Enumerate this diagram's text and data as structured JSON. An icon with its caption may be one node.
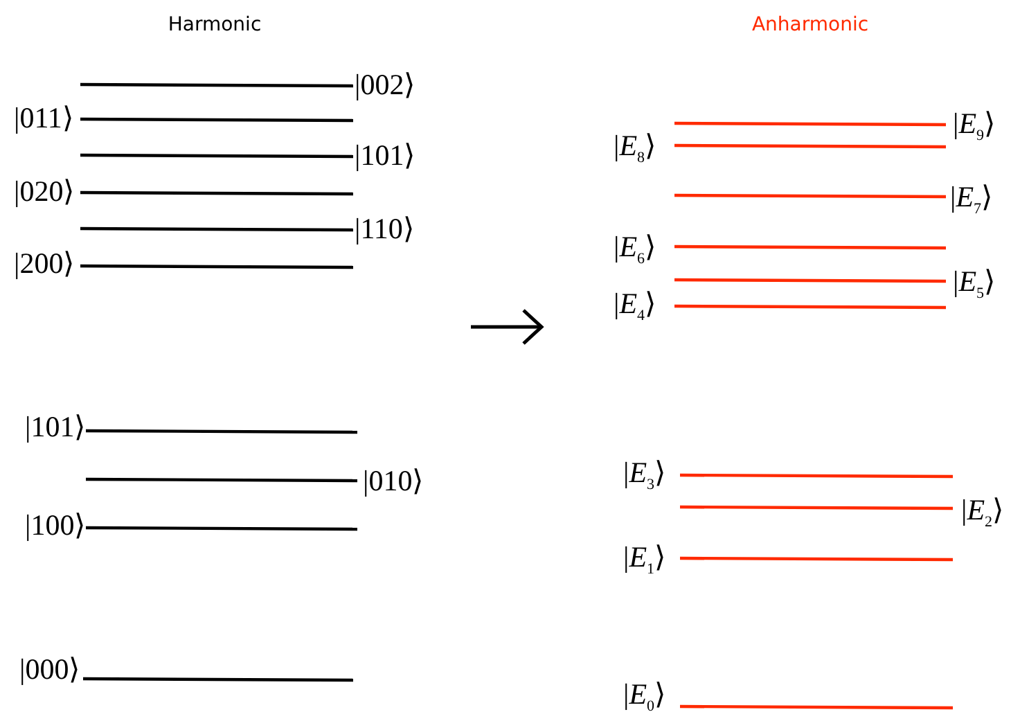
{
  "diagram": {
    "labels": [
      "Harmonic",
      "Anharmonic",
      "|002⟩",
      "|011⟩",
      "|101⟩",
      "|020⟩",
      "|110⟩",
      "|200⟩",
      "|101⟩",
      "|010⟩",
      "|100⟩",
      "|000⟩",
      "|*E*$_{9}$⟩",
      "|*E*$_{8}$⟩",
      "|*E*$_{7}$⟩",
      "|*E*$_{6}$⟩",
      "|*E*$_{5}$⟩",
      "|*E*$_{4}$⟩",
      "|*E*$_{3}$⟩",
      "|*E*$_{2}$⟩",
      "|*E*$_{1}$⟩",
      "|*E*$_{0}$⟩"
    ]
  }
}
